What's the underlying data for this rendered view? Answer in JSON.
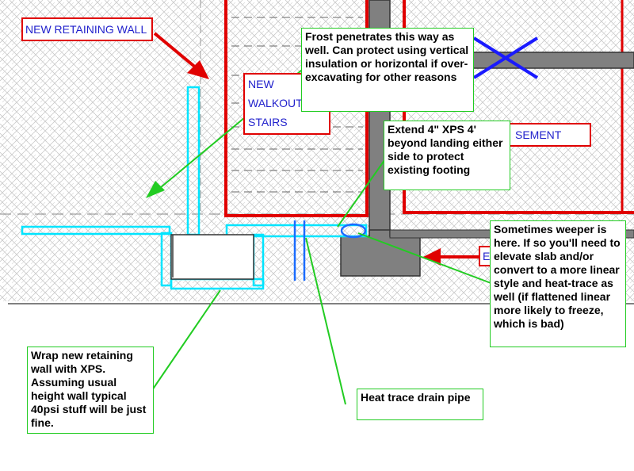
{
  "labels": {
    "new_retaining_wall": "NEW RETAINING WALL",
    "new_walkout_stairs": "NEW\nWALKOUT\nSTAIRS",
    "basement": "SEMENT",
    "exterior_cut": "E"
  },
  "callouts": {
    "frost": "Frost penetrates this way as well. Can protect using vertical insulation or horizontal if over-excavating for other reasons",
    "extend_xps": "Extend 4\" XPS 4' beyond landing either side to protect existing footing",
    "weeper": "Sometimes weeper is here. If so you'll need to elevate slab and/or convert to a more linear style and heat-trace as well (if flattened linear more likely to freeze, which is bad)",
    "wrap_wall": "Wrap new retaining wall with XPS. Assuming usual height wall typical 40psi stuff will be just fine.",
    "heat_trace": "Heat trace drain pipe"
  },
  "colors": {
    "wall_red": "#e00000",
    "xps_cyan": "#00e5ff",
    "leader_green": "#22cc22",
    "label_blue": "#2222cc",
    "foundation_gray": "#808080",
    "x_mark_blue": "#1a1aff"
  }
}
